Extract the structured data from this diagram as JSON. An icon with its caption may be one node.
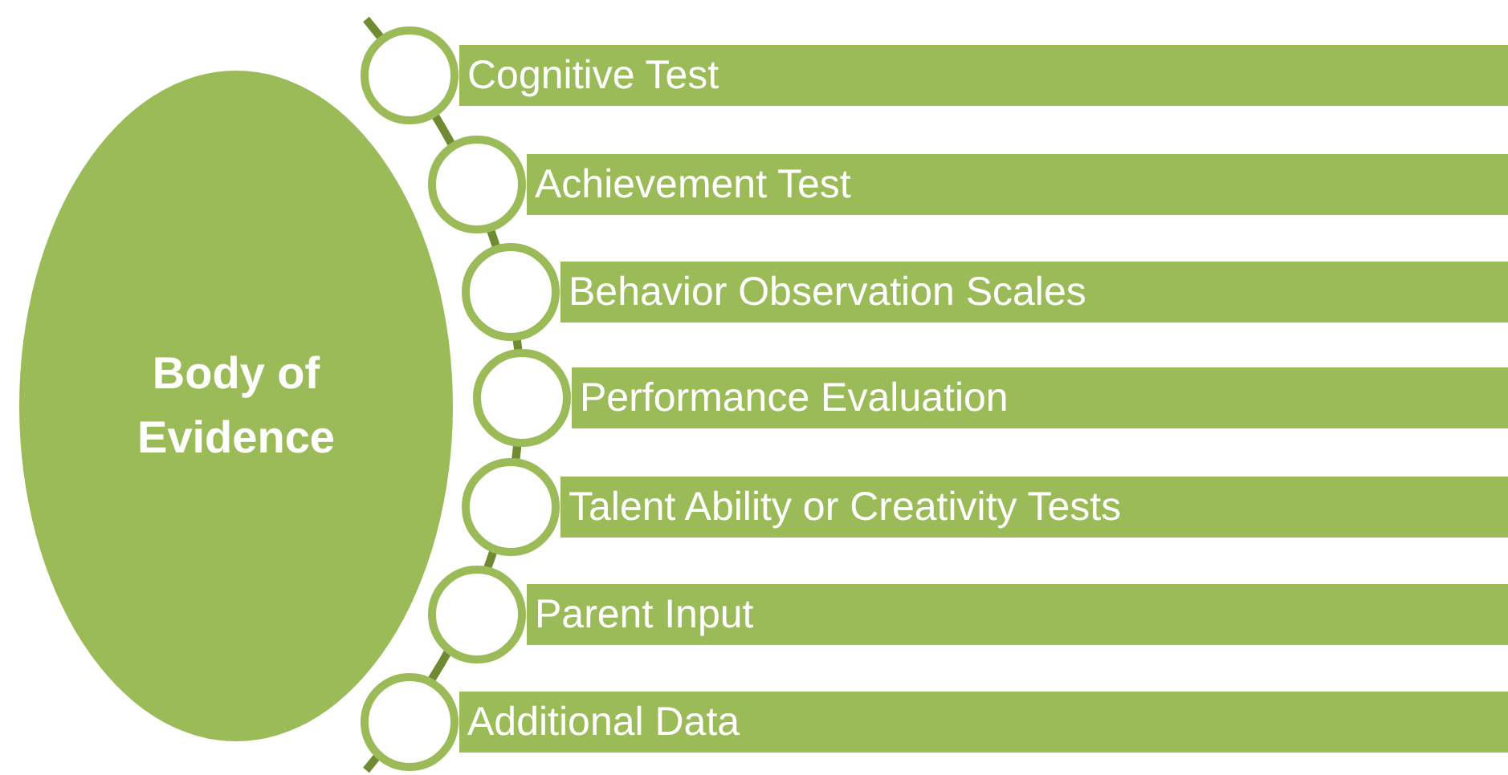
{
  "diagram": {
    "nodes": [
      {
        "text": [
          "Body of Evidence"
        ]
      },
      {
        "text": [
          "Cognitive Test"
        ]
      },
      {
        "text": [
          "Achievement Test"
        ]
      },
      {
        "text": [
          "Behavior Observation Scales"
        ]
      },
      {
        "text": [
          "Performance Evaluation"
        ]
      },
      {
        "text": [
          "Talent Ability or Creativity Tests"
        ]
      },
      {
        "text": [
          "Parent Input"
        ]
      },
      {
        "text": [
          "Additional Data"
        ]
      }
    ]
  }
}
